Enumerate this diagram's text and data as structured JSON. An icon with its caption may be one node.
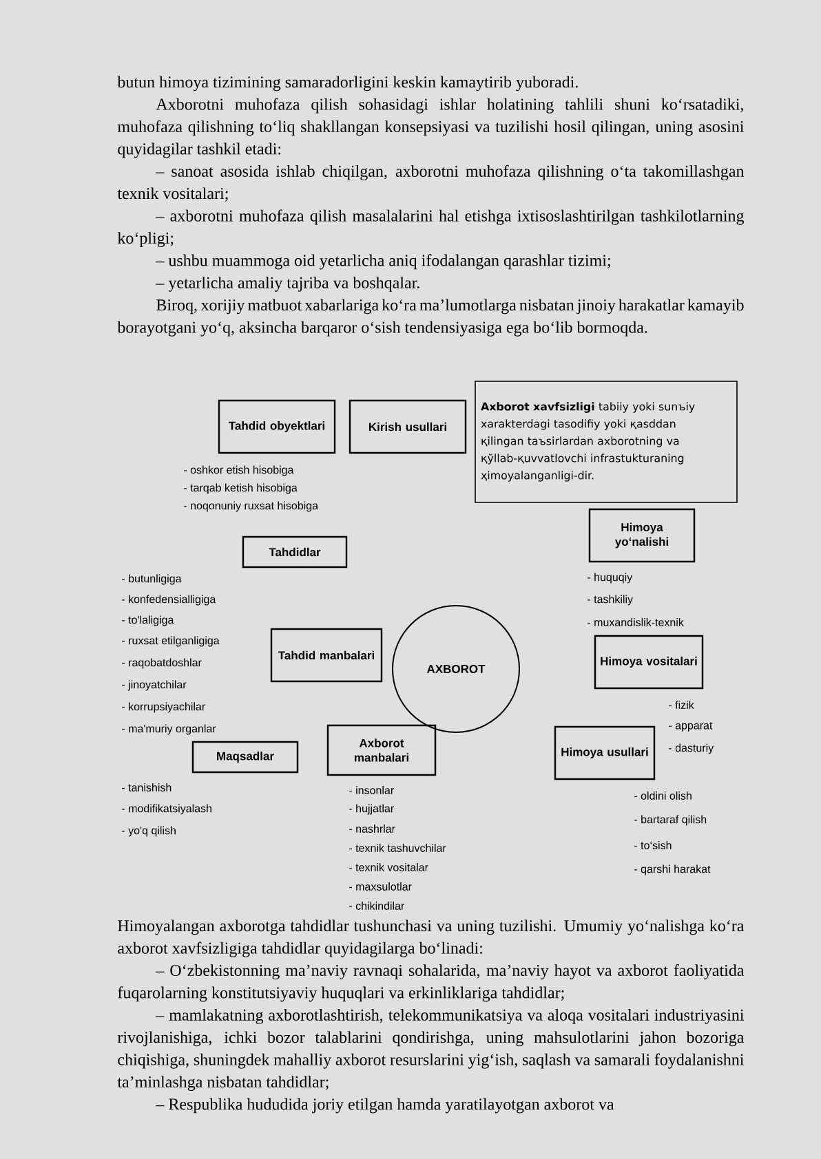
{
  "diagram": {
    "nodes": [
      {
        "text": [
          "Tahdid obyektlari"
        ]
      },
      {
        "text": [
          "Kirish usullari"
        ],
        "beside": [
          "- oshkor etish hisobiga",
          "- tarqab ketish hisobiga",
          "- noqonuniy ruxsat hisobiga"
        ]
      },
      {
        "text": [
          "**Axborot xavfsizligi** tabiiy yoki sunъiy xarakterdagi tasodifiy yoki қasddan қilingan taъsirlardan axborotning va қўllab-қuvvatlovchi infrastukturaning ҳimoyalanganligi-dir."
        ]
      },
      {
        "text": [
          "Himoya yo‘nalishi"
        ],
        "beside": [
          "- huquqiy",
          "- tashkiliy",
          "- muxandislik-texnik"
        ]
      },
      {
        "text": [
          "Tahdidlar"
        ],
        "beside": [
          "- butunligiga",
          "- konfedensialligiga",
          "- to'laligiga",
          "- ruxsat etilganligiga"
        ]
      },
      {
        "text": [
          "Tahdid manbalari"
        ],
        "beside": [
          "- raqobatdoshlar",
          "- jinoyatchilar",
          "- korrupsiyachilar",
          "- ma'muriy organlar"
        ]
      },
      {
        "text": [
          "AXBOROT"
        ]
      },
      {
        "text": [
          "Himoya vositalari"
        ],
        "beside": [
          "- fizik",
          "- apparat",
          "- dasturiy"
        ]
      },
      {
        "text": [
          "Maqsadlar"
        ],
        "beside": [
          "- tanishish",
          "- modifikatsiyalash",
          "- yo'q qilish"
        ]
      },
      {
        "text": [
          "Axborot manbalari"
        ],
        "beside": [
          "- insonlar",
          "- hujjatlar",
          "- nashrlar",
          "- texnik tashuvchilar",
          "- texnik vositalar",
          "- maxsulotlar",
          "- chikindilar"
        ]
      },
      {
        "text": [
          "Himoya usullari"
        ],
        "beside": [
          "- oldini olish",
          "- bartaraf qilish",
          "- to‘sish",
          "- qarshi harakat"
        ]
      }
    ],
    "labels": [
      "butun himoya tizimining samaradorligini keskin kamaytirib yuboradi.",
      "Axborotni muhofaza qilish sohasidagi ishlar holatining tahlili shuni ko‘rsatadiki, muhofaza qilishning to‘liq shakllangan konsepsiyasi va tuzilishi hosil qilingan, uning asosini quyidagilar tashkil etadi:",
      "– sanoat asosida ishlab chiqilgan, axborotni muhofaza qilishning o‘ta takomillashgan texnik vositalari;",
      "– axborotni muhofaza qilish masalalarini hal etishga ixtisoslashtirilgan tashkilotlarning ko‘pligi;",
      "– ushbu muammoga oid yetarlicha aniq ifodalangan qarashlar tizimi;",
      "– yetarlicha amaliy tajriba va boshqalar.",
      "Biroq, xorijiy matbuot xabarlariga ko‘ra ma’lumotlarga nisbatan jinoiy harakatlar kamayib borayotgani yo‘q, aksincha barqaror o‘sish tendensiyasiga ega bo‘lib bormoqda.",
      "Himoyalangan axborotga tahdidlar tushunchasi va uning tuzilishi. Umumiy yo‘nalishga ko‘ra axborot xavfsizligiga tahdidlar quyidagilarga bo‘linadi:",
      "– O‘zbekistonning ma’naviy ravnaqi sohalarida, ma’naviy hayot va axborot faoliyatida fuqarolarning konstitutsiyaviy huquqlari va erkinliklariga tahdidlar;",
      "– mamlakatning axborotlashtirish, telekommunikatsiya va aloqa vositalari industriyasini rivojlanishiga, ichki bozor talablarini qondirishga, uning mahsulotlarini jahon bozoriga chiqishiga, shuningdek mahalliy axborot resurslarini yig‘ish, saqlash va samarali foydalanishni ta’minlashga nisbatan tahdidlar;",
      "– Respublika hududida joriy etilgan hamda yaratilayotgan axborot va"
    ]
  }
}
